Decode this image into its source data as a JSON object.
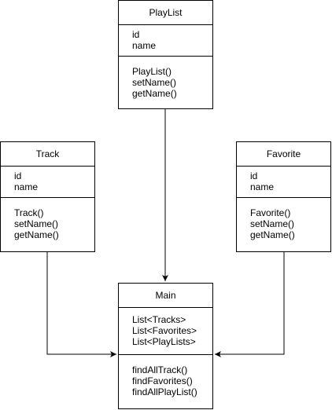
{
  "classes": {
    "playlist": {
      "name": "PlayList",
      "attributes": [
        "id",
        "name"
      ],
      "operations": [
        "PlayList()",
        "setName()",
        "getName()"
      ]
    },
    "track": {
      "name": "Track",
      "attributes": [
        "id",
        "name"
      ],
      "operations": [
        "Track()",
        "setName()",
        "getName()"
      ]
    },
    "favorite": {
      "name": "Favorite",
      "attributes": [
        "id",
        "name"
      ],
      "operations": [
        "Favorite()",
        "setName()",
        "getName()"
      ]
    },
    "main": {
      "name": "Main",
      "attributes": [
        "List<Tracks>",
        "List<Favorites>",
        "List<PlayLists>"
      ],
      "operations": [
        "findAllTrack()",
        "findFavorites()",
        "findAllPlayList()"
      ]
    }
  },
  "connections": [
    {
      "from": "PlayList",
      "to": "Main"
    },
    {
      "from": "Track",
      "to": "Main"
    },
    {
      "from": "Favorite",
      "to": "Main"
    }
  ]
}
